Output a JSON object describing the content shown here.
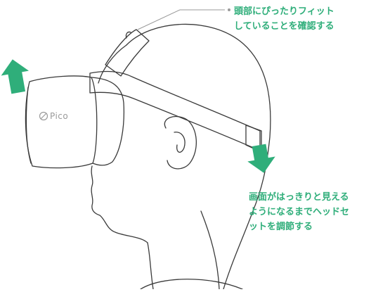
{
  "brand": {
    "logo_text": "Pico"
  },
  "captions": {
    "top": {
      "line1": "頭部にぴったりフィット",
      "line2": "していることを確認する"
    },
    "right": {
      "line1": "画面がはっきりと見える",
      "line2": "ようになるまでヘッドセ",
      "line3": "ットを調節する"
    }
  },
  "colors": {
    "accent": "#2fae7a",
    "outline": "#3a3a3a",
    "leader_line": "#9a9a9a"
  },
  "icons": {
    "up_arrow": "arrow-up-icon",
    "down_arrow": "arrow-down-icon"
  }
}
